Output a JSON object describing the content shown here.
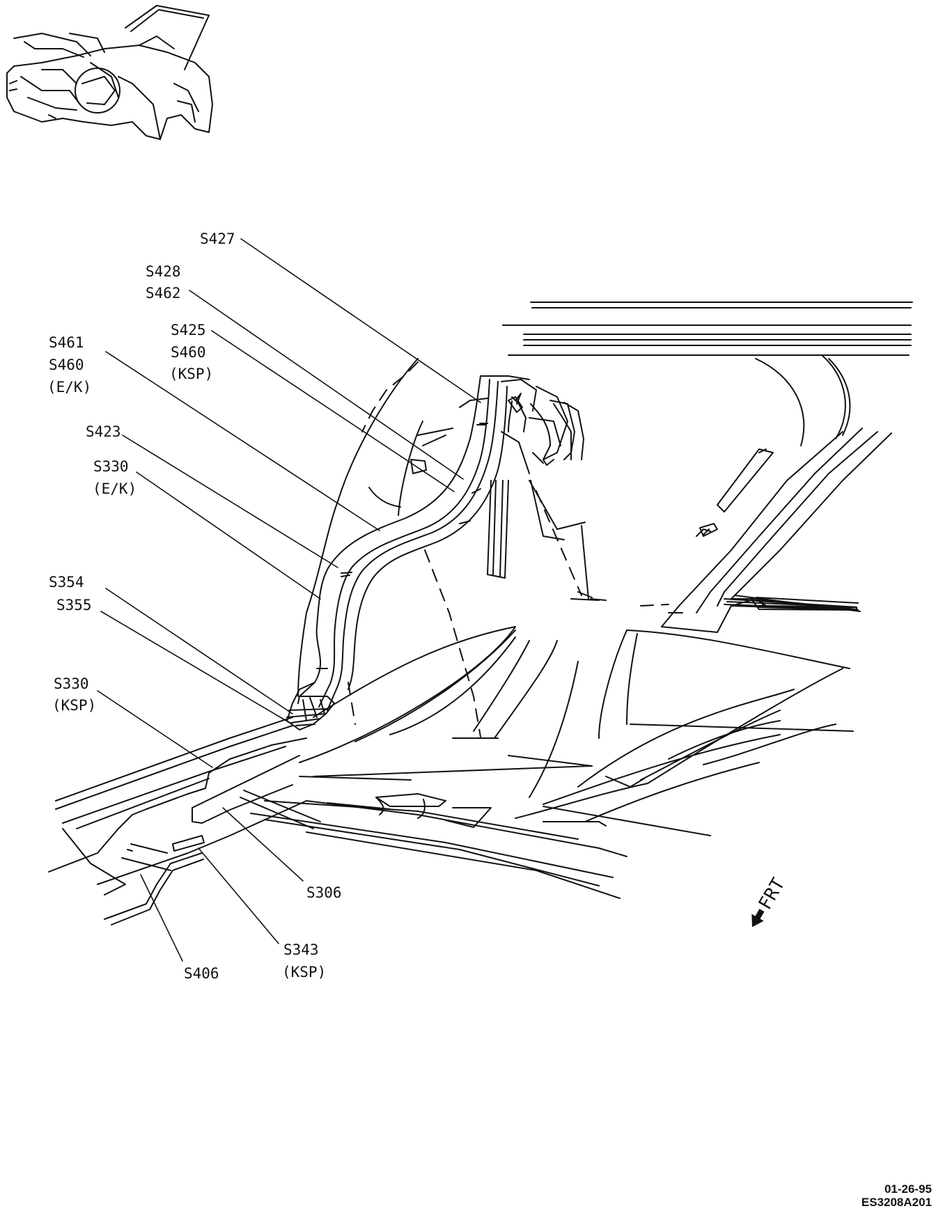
{
  "labels": {
    "s427": "S427",
    "s428": "S428",
    "s462": "S462",
    "s425": "S425",
    "s460_top": "S460",
    "ksp_top": "(KSP)",
    "s461": "S461",
    "s460_left": "S460",
    "ek_left": "(E/K)",
    "s423": "S423",
    "s330_ek": "S330",
    "ek_mid": "(E/K)",
    "s354": "S354",
    "s355": "S355",
    "s330_ksp": "S330",
    "ksp_left": "(KSP)",
    "s306": "S306",
    "s343": "S343",
    "ksp_bottom": "(KSP)",
    "s406": "S406"
  },
  "direction_label": "FRT",
  "stamp": {
    "date": "01-26-95",
    "code": "ES3208A201"
  },
  "icons": {
    "locator": "vehicle-locator-icon",
    "arrow": "front-arrow-icon"
  }
}
